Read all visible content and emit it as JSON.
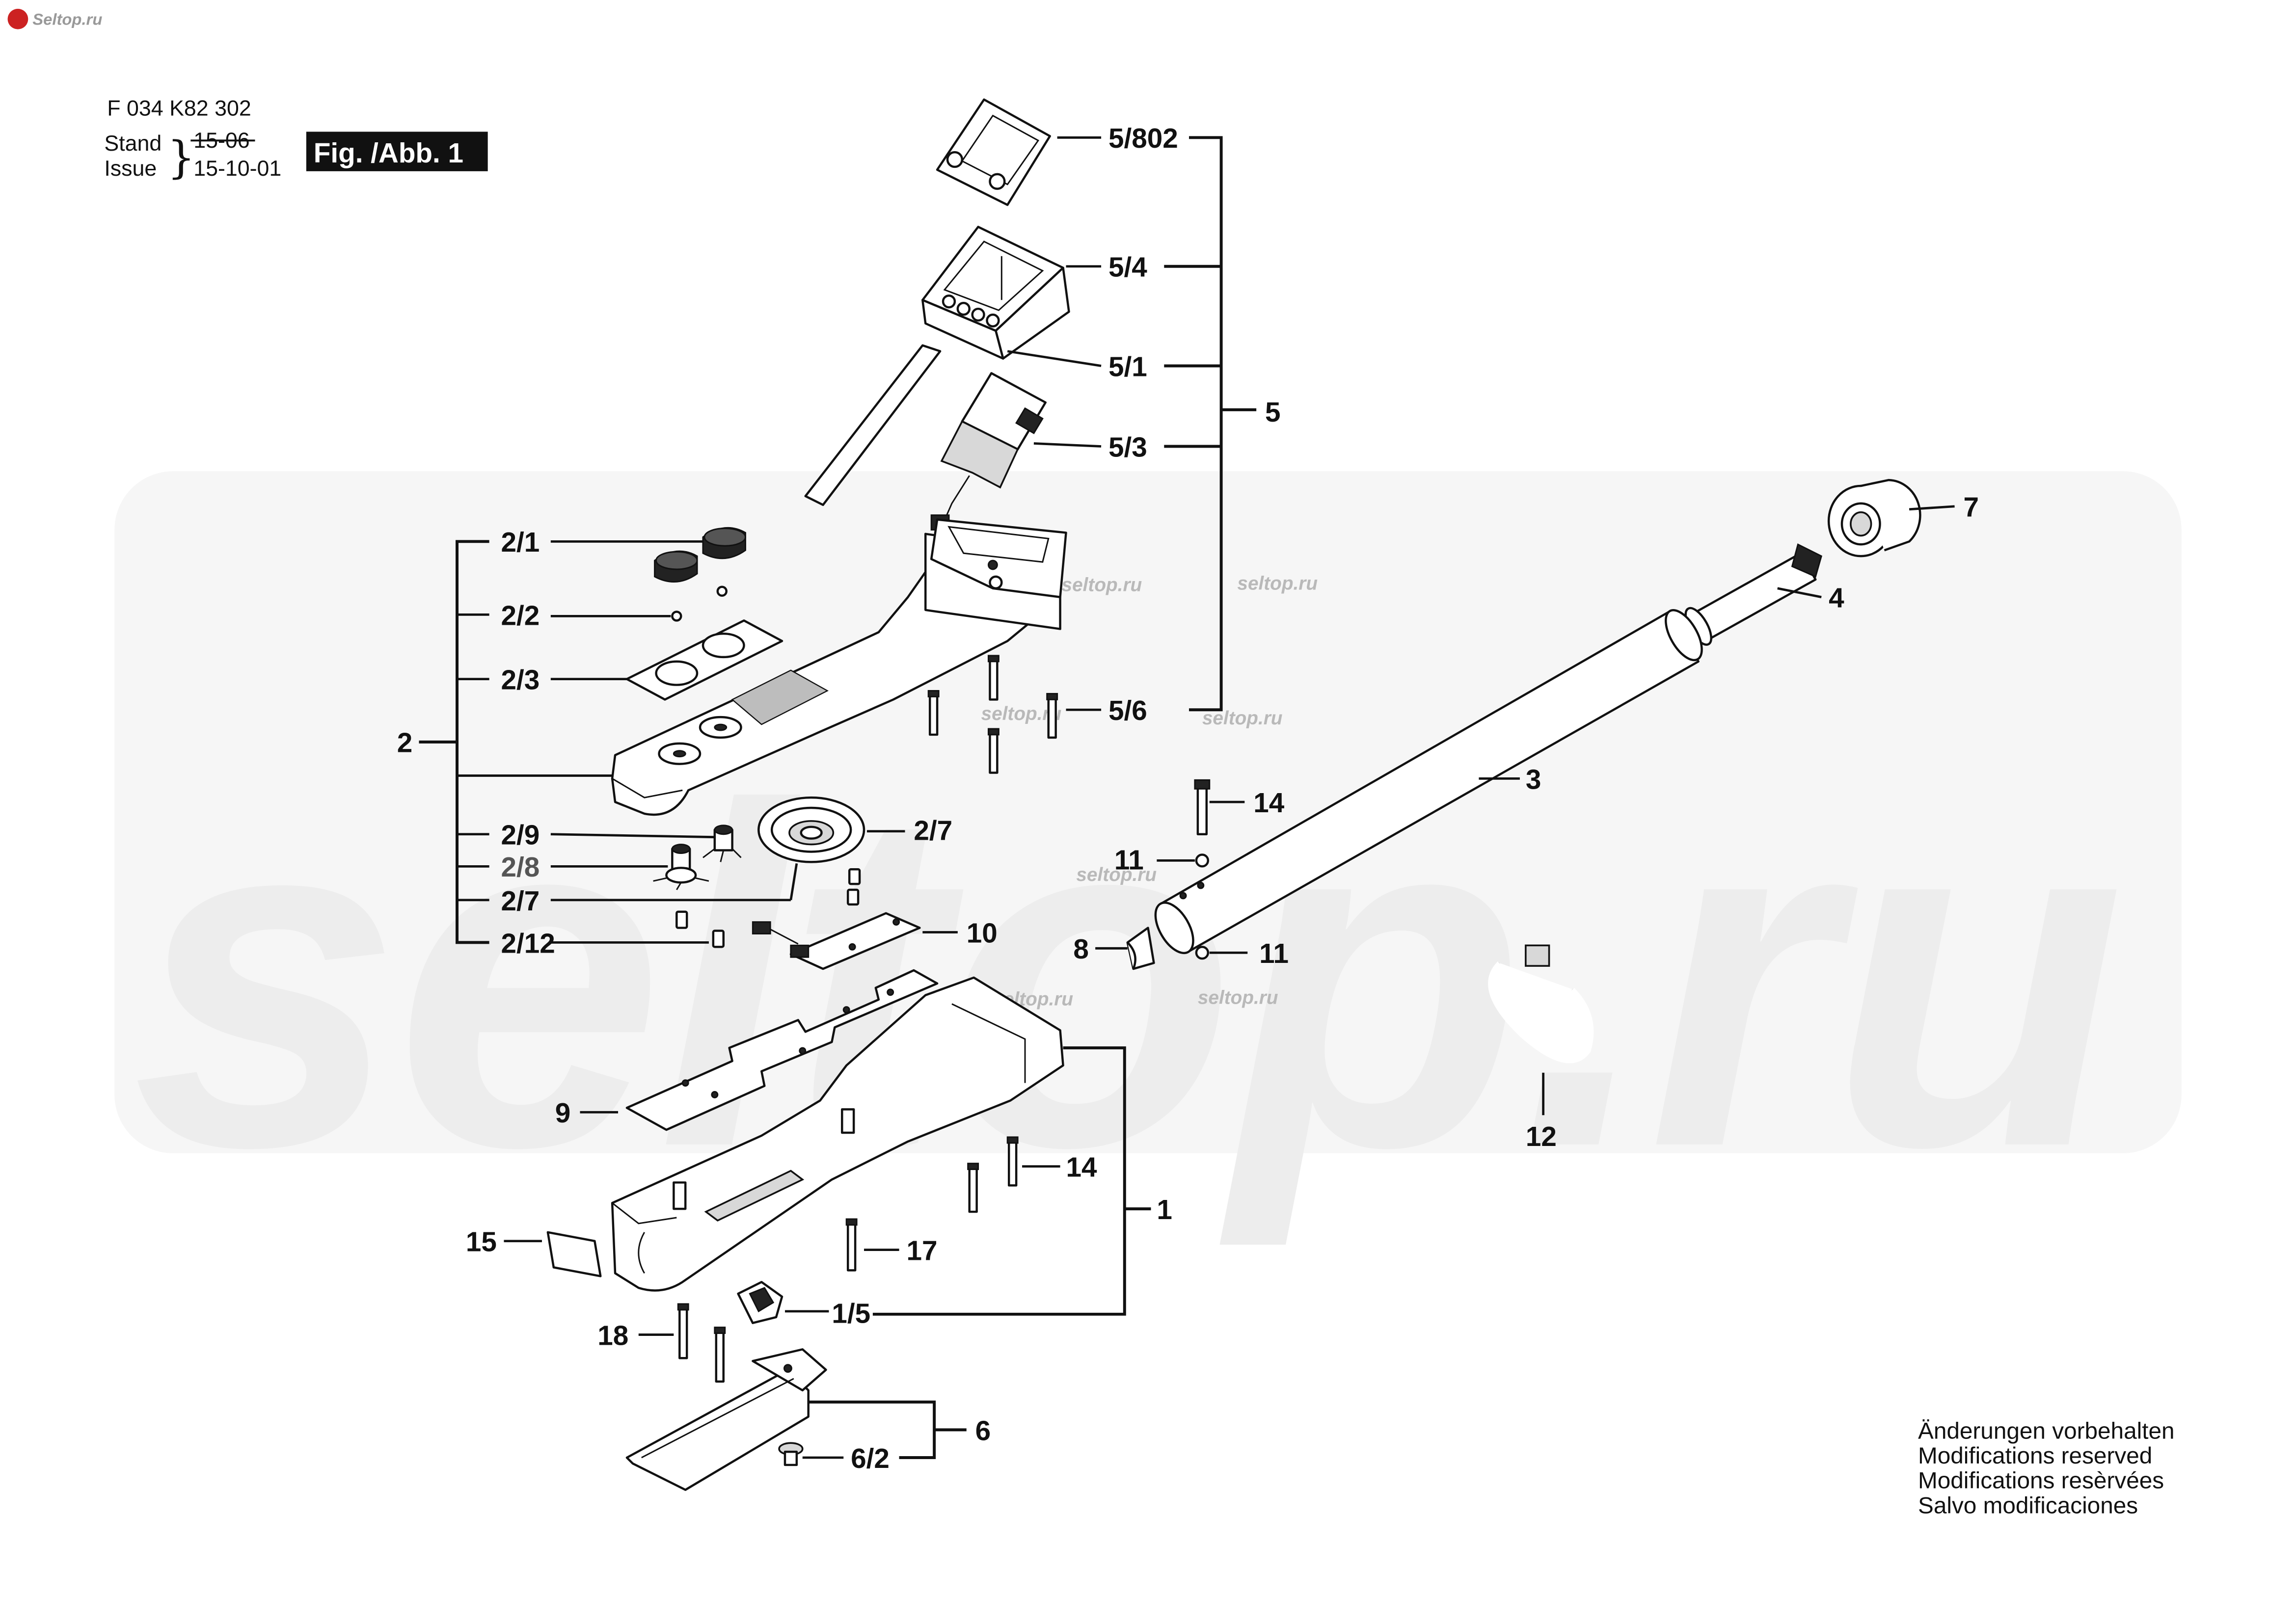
{
  "header": {
    "part_number": "F 034 K82 302",
    "stand_label": "Stand",
    "issue_label": "Issue",
    "stand_old_date": "15-06",
    "issue_date": "15-10-01",
    "figure_label": "Fig. /Abb. 1"
  },
  "watermark": {
    "corner_logo": "Seltop.ru",
    "big_text": "seltop.ru",
    "small_text": "seltop.ru"
  },
  "part_labels": {
    "p5_802": "5/802",
    "p5_4": "5/4",
    "p5_1": "5/1",
    "p5": "5",
    "p5_3": "5/3",
    "p5_6": "5/6",
    "p7": "7",
    "p4": "4",
    "p3": "3",
    "p2_1": "2/1",
    "p2_2": "2/2",
    "p2_3": "2/3",
    "p2": "2",
    "p2_9": "2/9",
    "p2_8": "2/8",
    "p2_7a": "2/7",
    "p2_7b": "2/7",
    "p2_12": "2/12",
    "p14a": "14",
    "p11a": "11",
    "p8": "8",
    "p11b": "11",
    "p10": "10",
    "p9": "9",
    "p12": "12",
    "p14b": "14",
    "p1": "1",
    "p15": "15",
    "p17": "17",
    "p1_5": "1/5",
    "p18": "18",
    "p6": "6",
    "p6_2": "6/2"
  },
  "notes": [
    "Änderungen vorbehalten",
    "Modifications reserved",
    "Modifications resèrvées",
    "Salvo modificaciones"
  ]
}
